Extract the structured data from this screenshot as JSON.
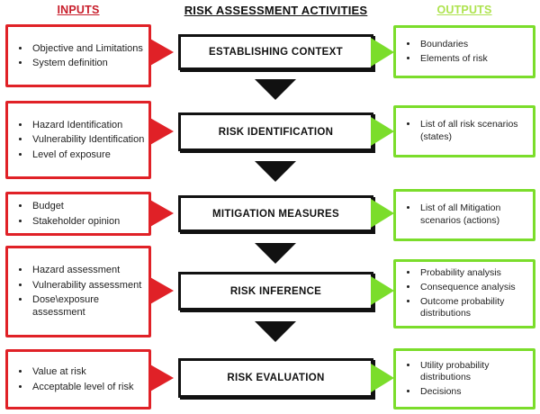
{
  "header": {
    "inputs_label": "INPUTS",
    "activities_label": "RISK ASSESSMENT ACTIVITIES",
    "outputs_label": "OUTPUTS"
  },
  "colors": {
    "input_red": "#e02127",
    "output_green": "#7bdd2b",
    "output_header_green": "#aee34f",
    "activity_black": "#111111"
  },
  "icons": {
    "input_to_activity": "right-arrow-icon",
    "activity_to_output": "right-arrow-icon",
    "activity_to_activity": "down-arrow-icon"
  },
  "rows": [
    {
      "activity": "ESTABLISHING CONTEXT",
      "inputs": [
        "Objective and Limitations",
        "System definition"
      ],
      "outputs": [
        "Boundaries",
        "Elements of risk"
      ]
    },
    {
      "activity": "RISK IDENTIFICATION",
      "inputs": [
        "Hazard Identification",
        "Vulnerability Identification",
        "Level of exposure"
      ],
      "outputs": [
        "List of all risk scenarios (states)"
      ]
    },
    {
      "activity": "MITIGATION MEASURES",
      "inputs": [
        "Budget",
        "Stakeholder opinion"
      ],
      "outputs": [
        "List of all Mitigation scenarios (actions)"
      ]
    },
    {
      "activity": "RISK INFERENCE",
      "inputs": [
        "Hazard assessment",
        "Vulnerability assessment",
        "Dose\\exposure assessment"
      ],
      "outputs": [
        "Probability analysis",
        "Consequence analysis",
        "Outcome probability distributions"
      ]
    },
    {
      "activity": "RISK EVALUATION",
      "inputs": [
        "Value at risk",
        "Acceptable level of risk"
      ],
      "outputs": [
        "Utility probability distributions",
        "Decisions"
      ]
    }
  ]
}
